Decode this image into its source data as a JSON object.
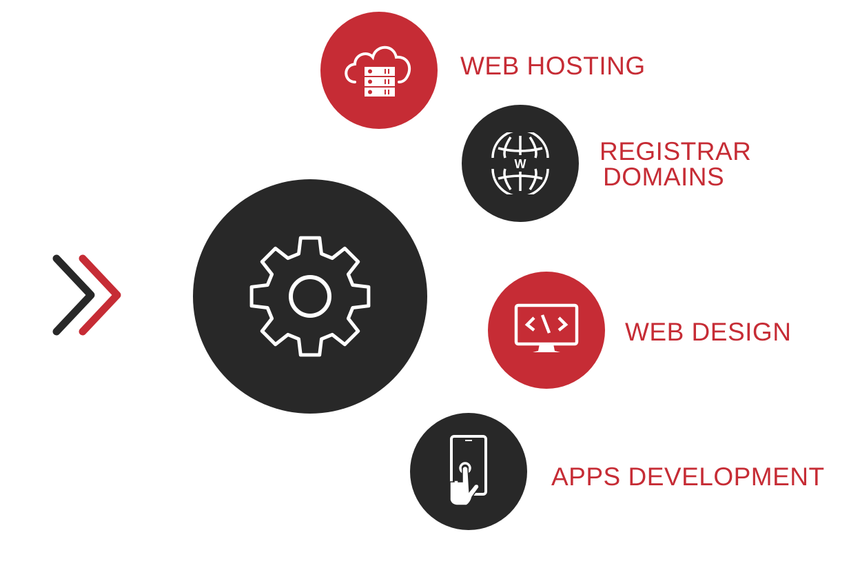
{
  "colors": {
    "accent": "#c62c35",
    "dark": "#282828"
  },
  "services": [
    {
      "label": "WEB HOSTING",
      "icon": "cloud-server-icon"
    },
    {
      "label_line1": "REGISTRAR",
      "label_line2": "DOMAINS",
      "icon": "globe-www-icon"
    },
    {
      "label": "WEB DESIGN",
      "icon": "monitor-code-icon"
    },
    {
      "label": "APPS DEVELOPMENT",
      "icon": "smartphone-touch-icon"
    }
  ],
  "center": {
    "icon": "gear-icon"
  },
  "arrow": {
    "icon": "double-chevron-right-icon"
  }
}
